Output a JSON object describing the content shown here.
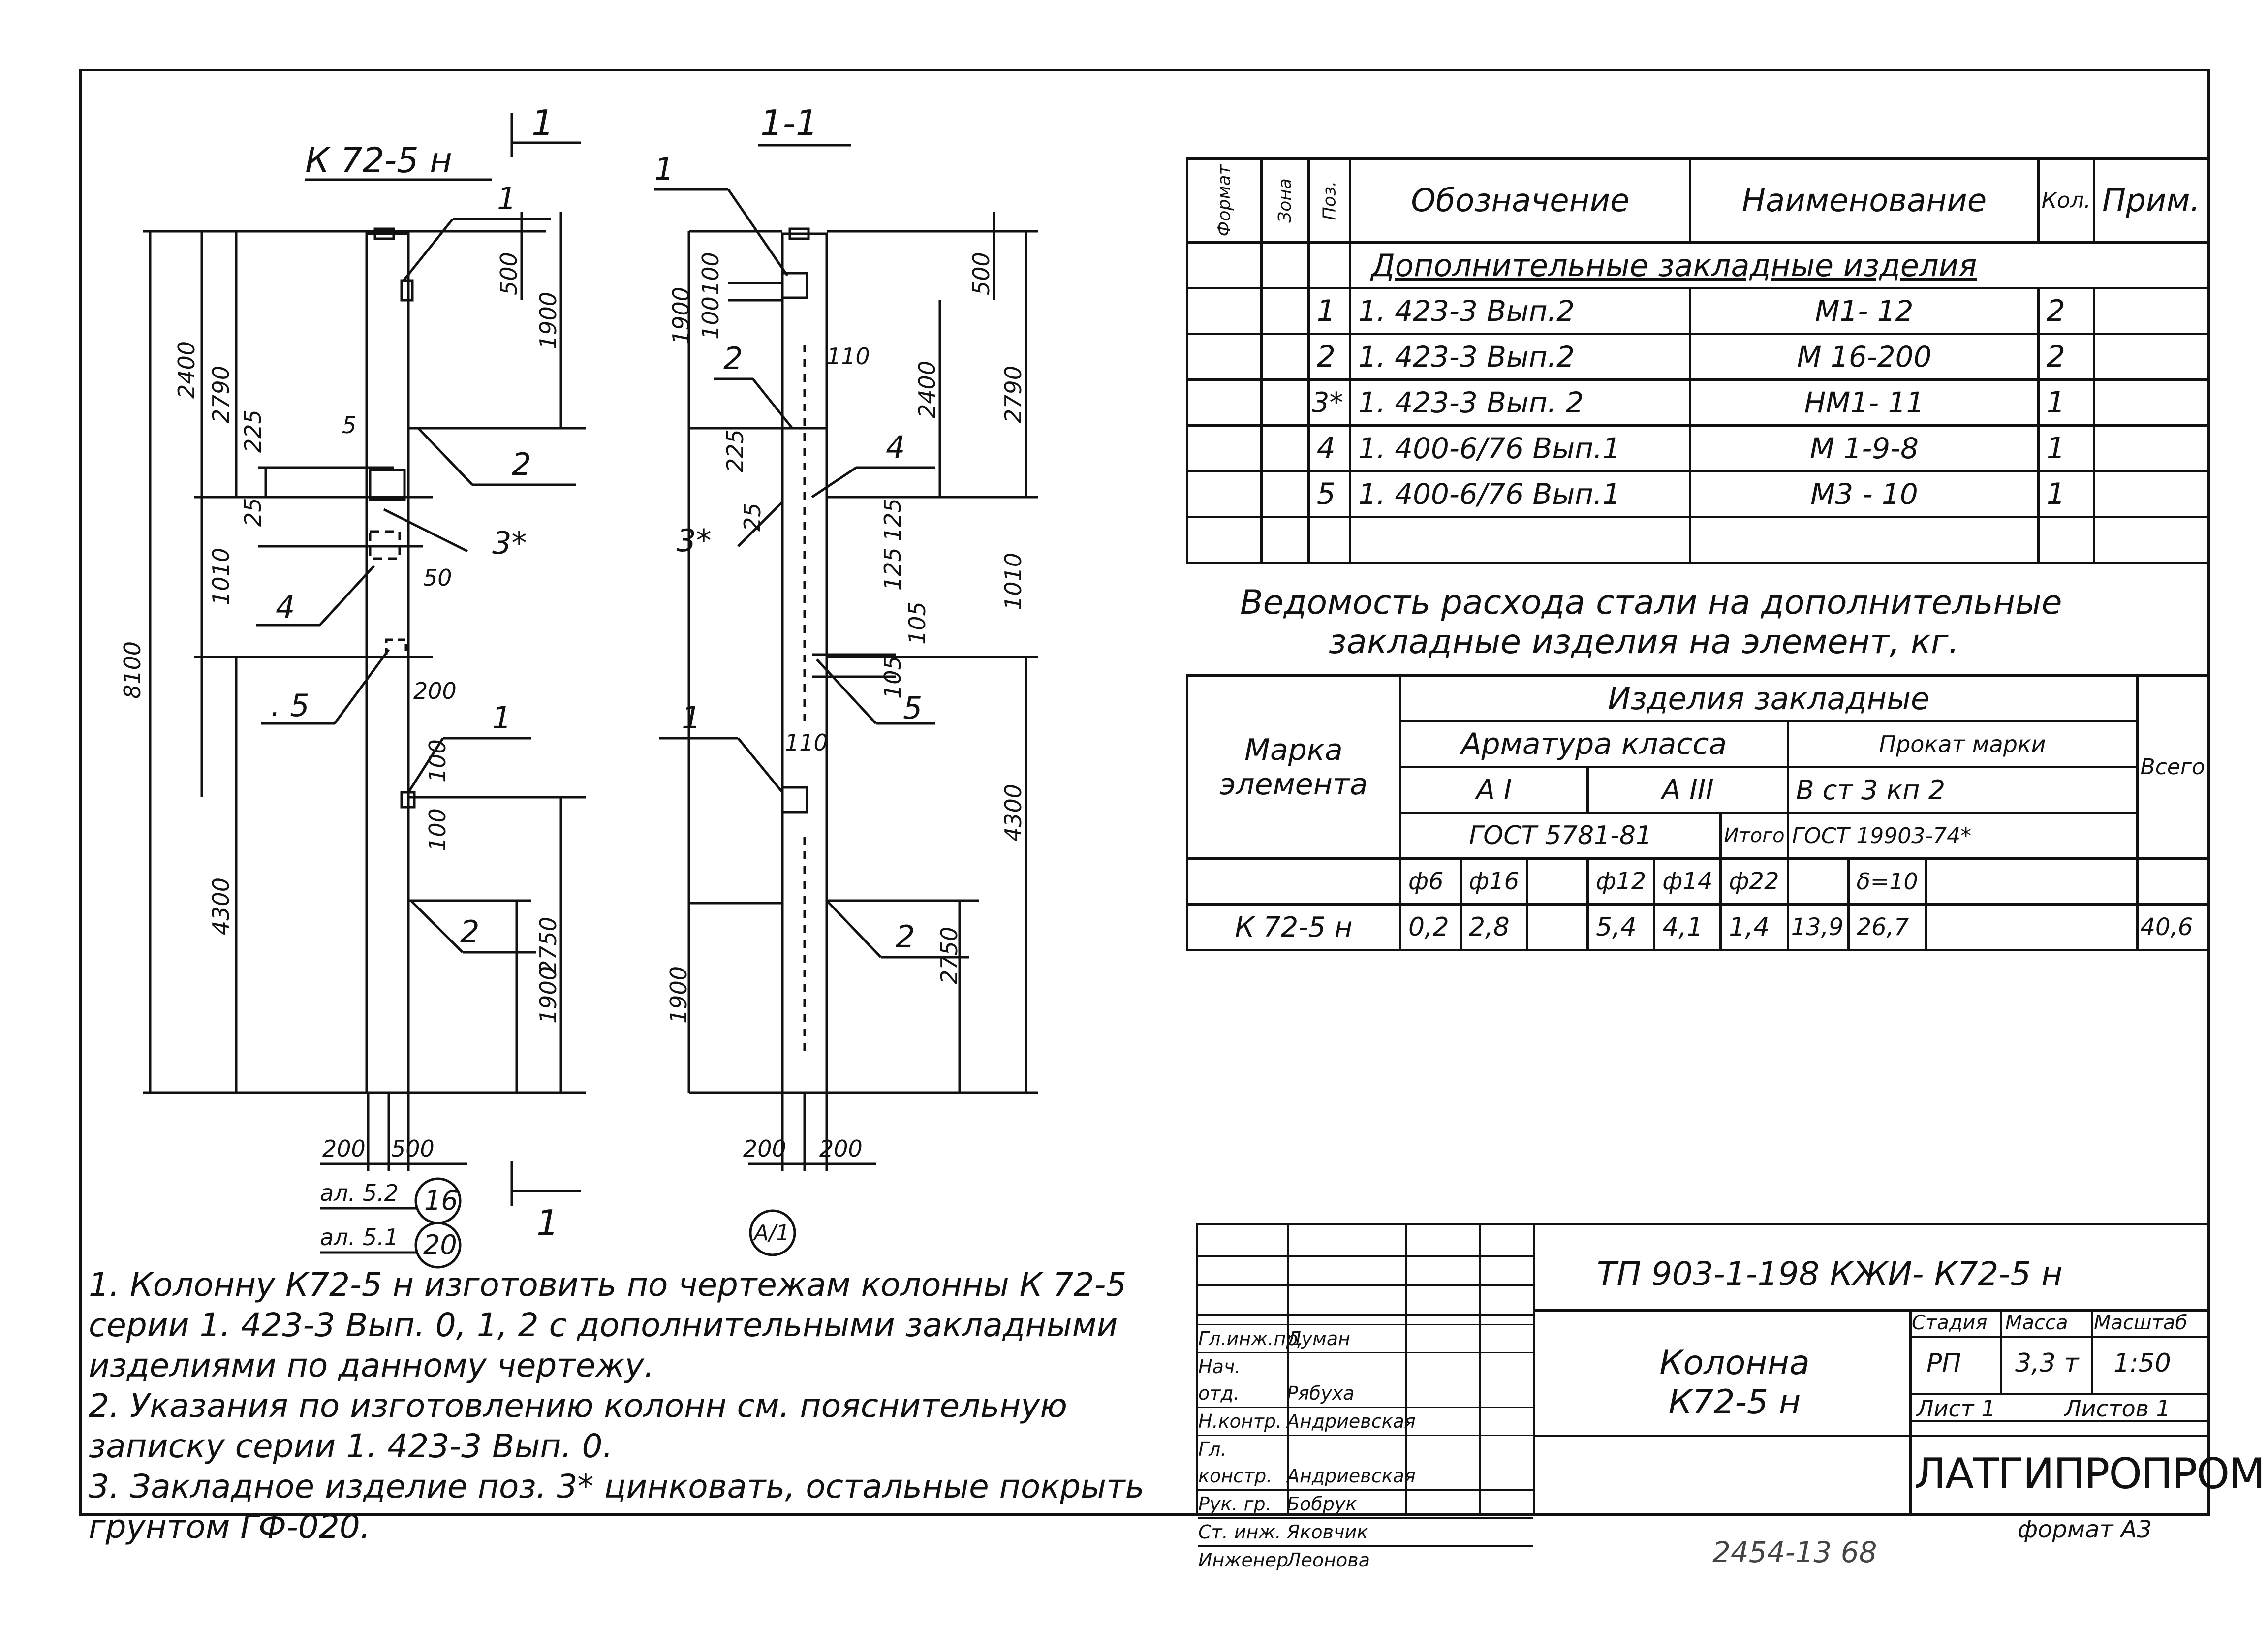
{
  "drawing": {
    "elevation_title": "К 72-5 н",
    "section_mark": "1",
    "section_title": "1-1",
    "elevation_dims": {
      "overall": "8100",
      "upper": "2400",
      "upper_alt": "2790",
      "top_off": "500",
      "top_len": "1900",
      "d225": "225",
      "d25": "25",
      "d1010": "1010",
      "d4300": "4300",
      "d2750": "2750",
      "d1900": "1900",
      "d100a": "100",
      "d100b": "100",
      "d50": "50",
      "d200": "200",
      "d5": "5",
      "bottom_w1": "200",
      "bottom_w2": "500"
    },
    "section_dims": {
      "d1900": "1900",
      "d100a": "100",
      "d100b": "100",
      "d110a": "110",
      "d500": "500",
      "d2400": "2400",
      "d2790": "2790",
      "d225": "225",
      "d25": "25",
      "d125a": "125",
      "d125b": "125",
      "d105a": "105",
      "d105b": "105",
      "d1010": "1010",
      "d110b": "110",
      "d4300": "4300",
      "d1900b": "1900",
      "d2750": "2750",
      "bottom_w1": "200",
      "bottom_w2": "200"
    },
    "leaders": {
      "e1a": "1",
      "e2a": "2",
      "e3": "3*",
      "e4": "4",
      "e5": ". 5",
      "e1b": "1",
      "e2b": "2",
      "s1a": "1",
      "s2a": "2",
      "s3": "3*",
      "s4": "4",
      "s5": "5",
      "s1b": "1",
      "s2b": "2"
    },
    "axis_refs": [
      {
        "label": "ал. 5.2",
        "num": "16"
      },
      {
        "label": "ал. 5.1",
        "num": "20"
      }
    ],
    "axis_a": "А/1"
  },
  "spec_table": {
    "headers": [
      "Формат",
      "Зона",
      "Поз.",
      "Обозначение",
      "Наименование",
      "Кол.",
      "Прим."
    ],
    "section_title": "Дополнительные закладные изделия",
    "rows": [
      {
        "pos": "1",
        "designation": "1. 423-3 Вып.2",
        "name": "М1- 12",
        "qty": "2"
      },
      {
        "pos": "2",
        "designation": "1. 423-3 Вып.2",
        "name": "М 16-200",
        "qty": "2"
      },
      {
        "pos": "3*",
        "designation": "1. 423-3 Вып. 2",
        "name": "НМ1- 11",
        "qty": "1"
      },
      {
        "pos": "4",
        "designation": "1. 400-6/76 Вып.1",
        "name": "М 1-9-8",
        "qty": "1"
      },
      {
        "pos": "5",
        "designation": "1. 400-6/76 Вып.1",
        "name": "М3 - 10",
        "qty": "1"
      }
    ]
  },
  "steel_table": {
    "title_line1": "Ведомость расхода стали на дополнительные",
    "title_line2": "закладные изделия на элемент, кг.",
    "mark_header": "Марка элемента",
    "group_header": "Изделия закладные",
    "rebar_header": "Арматура класса",
    "class_a1": "А I",
    "class_a3": "А III",
    "gost_rebar": "ГОСТ 5781-81",
    "total_col": "Итого",
    "rolled_header": "Прокат марки",
    "steel_grade": "В ст 3 кп 2",
    "gost_rolled": "ГОСТ 19903-74*",
    "grand_total": "Всего",
    "diameters": [
      "ф6",
      "ф16",
      "",
      "ф12",
      "ф14",
      "ф22"
    ],
    "thickness": "δ=10",
    "row": {
      "mark": "К 72-5 н",
      "f6": "0,2",
      "f16": "2,8",
      "f12": "5,4",
      "f14": "4,1",
      "f22": "1,4",
      "total": "13,9",
      "rolled": "26,7",
      "grand_total": "40,6"
    }
  },
  "notes": [
    "1. Колонну К72-5 н изготовить по чертежам колонны К 72-5 серии 1. 423-3 Вып. 0, 1, 2 с дополнительными закладными изделиями по данному чертежу.",
    "2. Указания по изготовлению колонн см. пояснительную записку серии 1. 423-3 Вып. 0.",
    "3. Закладное изделие поз. 3* цинковать, остальные покрыть грунтом ГФ-020."
  ],
  "title_block": {
    "code": "ТП 903-1-198    КЖИ- К72-5 н",
    "title": "Колонна К72-5 н",
    "stage_h": "Стадия",
    "mass_h": "Масса",
    "scale_h": "Масштаб",
    "stage": "РП",
    "mass": "3,3 т",
    "scale": "1:50",
    "sheet": "Лист 1",
    "sheets": "Листов 1",
    "org": "ЛАТГИПРОПРОМ",
    "roles": [
      {
        "role": "Гл.инж.пр.",
        "name": "Думан"
      },
      {
        "role": "Нач. отд.",
        "name": "Рябуха"
      },
      {
        "role": "Н.контр.",
        "name": "Андриевская"
      },
      {
        "role": "Гл. констр.",
        "name": "Андриевская"
      },
      {
        "role": "Рук. гр.",
        "name": "Бобрук"
      },
      {
        "role": "Ст. инж.",
        "name": "Яковчик"
      },
      {
        "role": "Инженер",
        "name": "Леонова"
      }
    ]
  },
  "footer": {
    "archive": "2454-13   68",
    "format": "формат А3"
  }
}
